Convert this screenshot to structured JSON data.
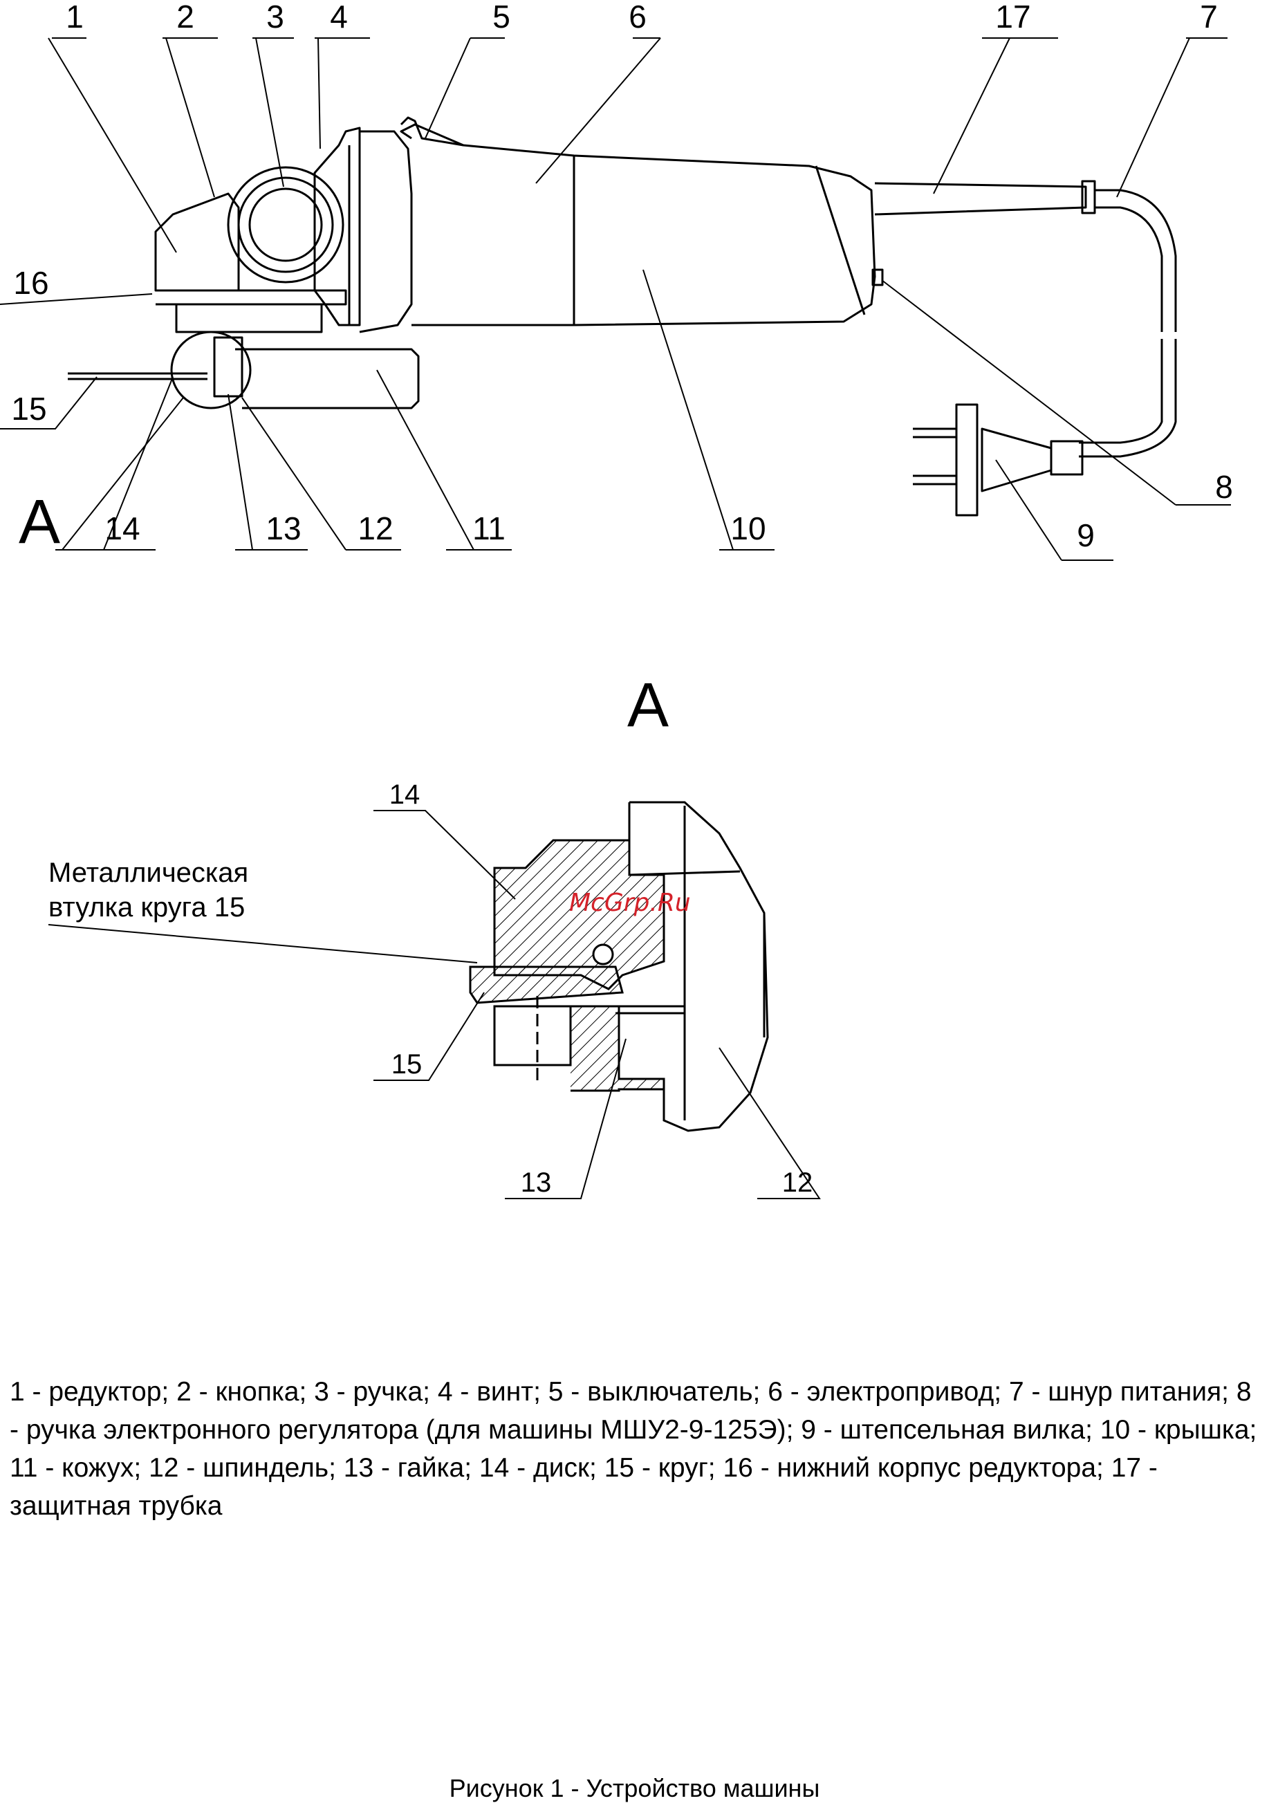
{
  "figure": {
    "callouts_top": [
      "1",
      "2",
      "3",
      "4",
      "5",
      "6",
      "17",
      "7"
    ],
    "callouts_left": [
      "16",
      "15"
    ],
    "callouts_bottom": [
      "A",
      "14",
      "13",
      "12",
      "11",
      "10",
      "9",
      "8"
    ],
    "detail_title": "A",
    "detail_labels": {
      "n14": "14",
      "n15": "15",
      "n13": "13",
      "n12": "12",
      "sleeve_line1": "Металлическая",
      "sleeve_line2": "втулка круга 15"
    },
    "watermark": "McGrp.Ru"
  },
  "legend": "1 - редуктор; 2 - кнопка; 3 - ручка; 4 - винт; 5 - выключатель; 6 - электропривод; 7 - шнур питания; 8 - ручка электронного регулятора (для машины МШУ2-9-125Э); 9 - штепсельная вилка; 10 - крышка; 11 - кожух; 12 - шпиндель; 13 - гайка; 14 - диск; 15 - круг; 16 - нижний корпус редуктора; 17 - защитная трубка",
  "caption": "Рисунок 1 - Устройство машины",
  "colors": {
    "line": "#000000",
    "watermark": "#d4222a"
  }
}
